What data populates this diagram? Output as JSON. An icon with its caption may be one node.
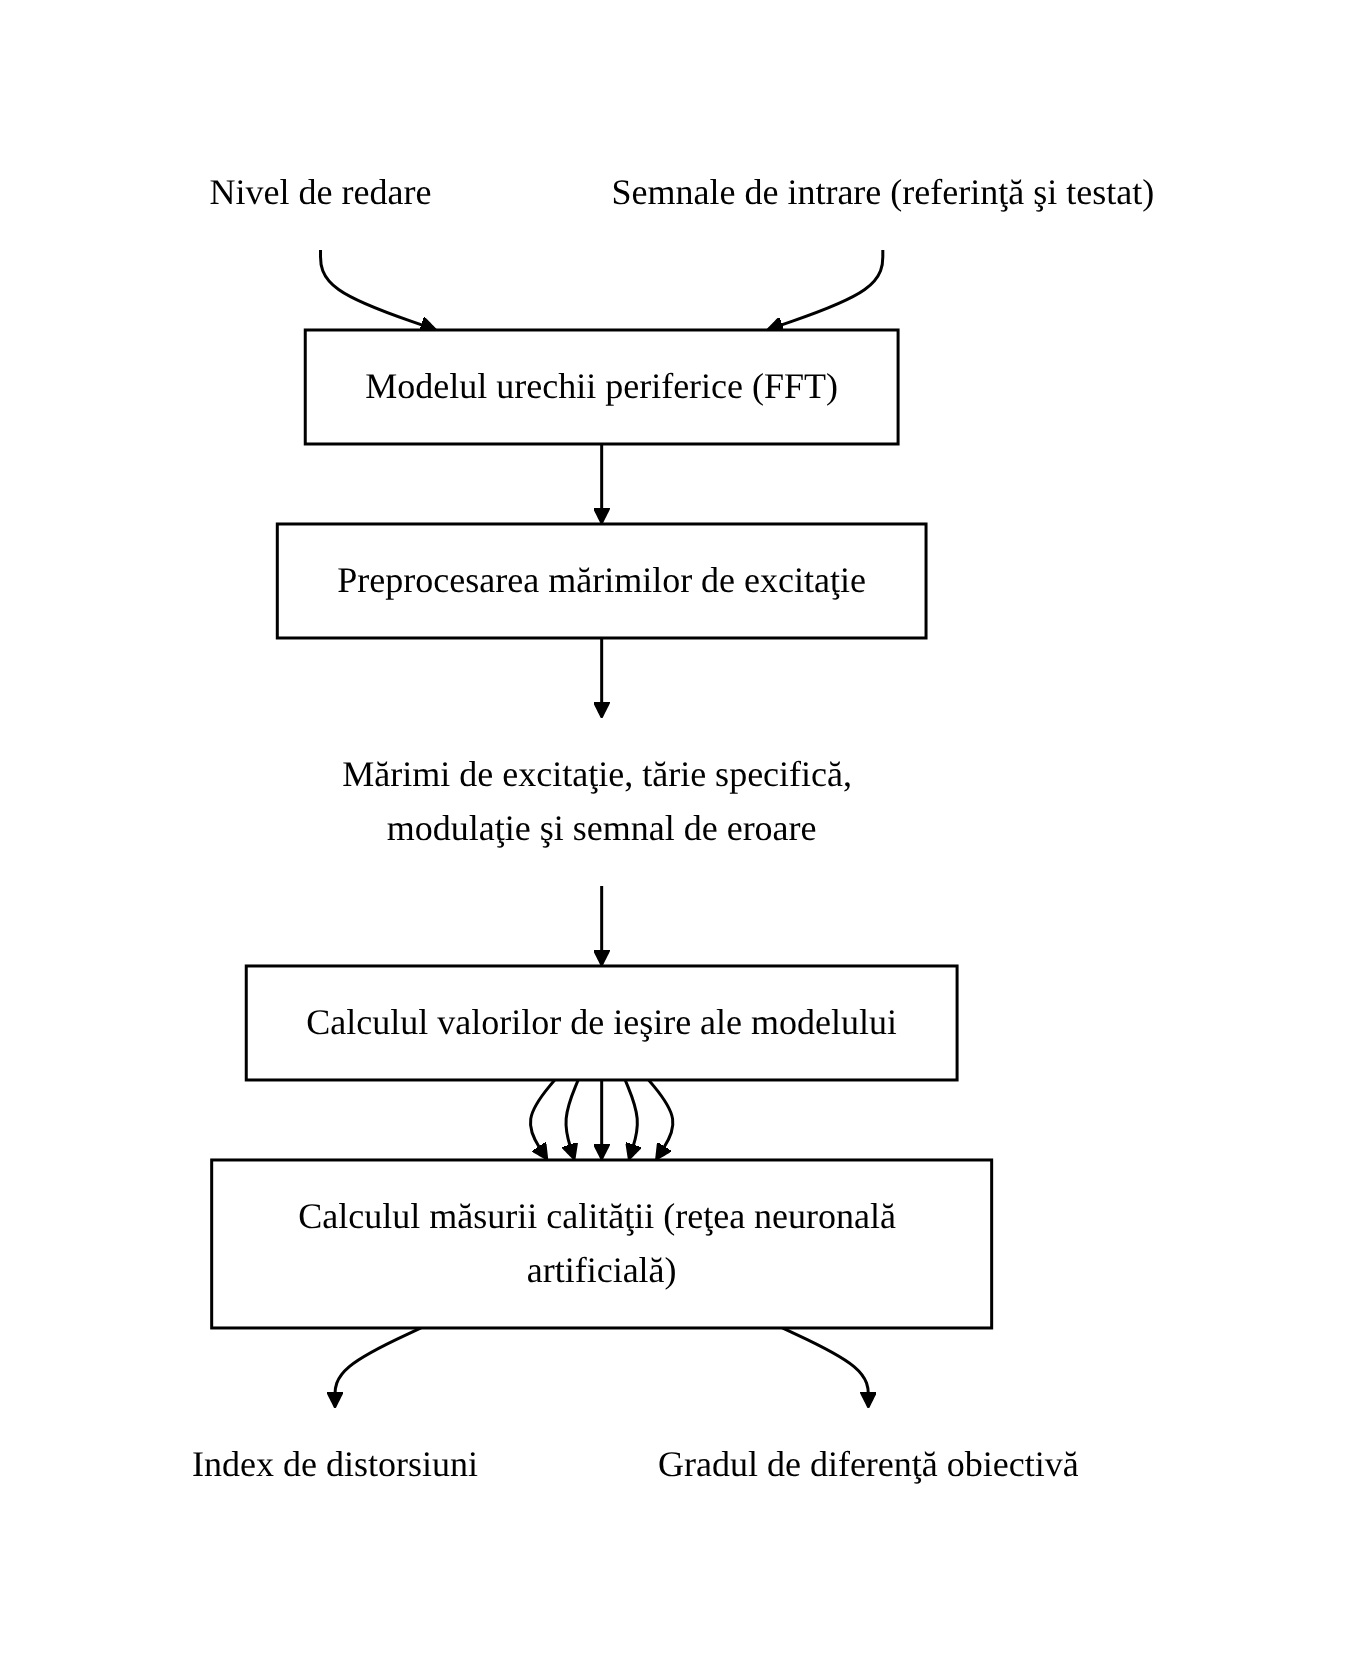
{
  "diagram": {
    "nodes": [
      {
        "text": [
          "Nivel de redare"
        ]
      },
      {
        "text": [
          "Semnale de intrare (referinţă şi testat)"
        ]
      },
      {
        "text": [
          "Modelul urechii periferice (FFT)"
        ]
      },
      {
        "text": [
          "Preprocesarea mărimilor de excitaţie"
        ]
      },
      {
        "text": [
          "Mărimi de excitaţie, tărie specifică, modulaţie şi semnal de eroare"
        ]
      },
      {
        "text": [
          "Calculul valorilor de ieşire ale modelului"
        ]
      },
      {
        "text": [
          "Calculul măsurii calităţii (reţea neuronală artificială)"
        ]
      },
      {
        "text": [
          "Index de distorsiuni"
        ]
      },
      {
        "text": [
          "Gradul de diferenţă obiectivă"
        ]
      }
    ],
    "edges": [
      {
        "from": 0,
        "to": 2,
        "arrow": "to"
      },
      {
        "from": 1,
        "to": 2,
        "arrow": "to"
      },
      {
        "from": 2,
        "to": 3,
        "arrow": "to"
      },
      {
        "from": 3,
        "to": 4,
        "arrow": "to"
      },
      {
        "from": 4,
        "to": 5,
        "arrow": "to"
      },
      {
        "from": 5,
        "to": 6,
        "arrow": "to"
      },
      {
        "from": 5,
        "to": 6,
        "arrow": "to"
      },
      {
        "from": 5,
        "to": 6,
        "arrow": "to"
      },
      {
        "from": 5,
        "to": 6,
        "arrow": "to"
      },
      {
        "from": 5,
        "to": 6,
        "arrow": "to"
      },
      {
        "from": 6,
        "to": 7,
        "arrow": "to"
      },
      {
        "from": 6,
        "to": 8,
        "arrow": "to"
      }
    ]
  }
}
